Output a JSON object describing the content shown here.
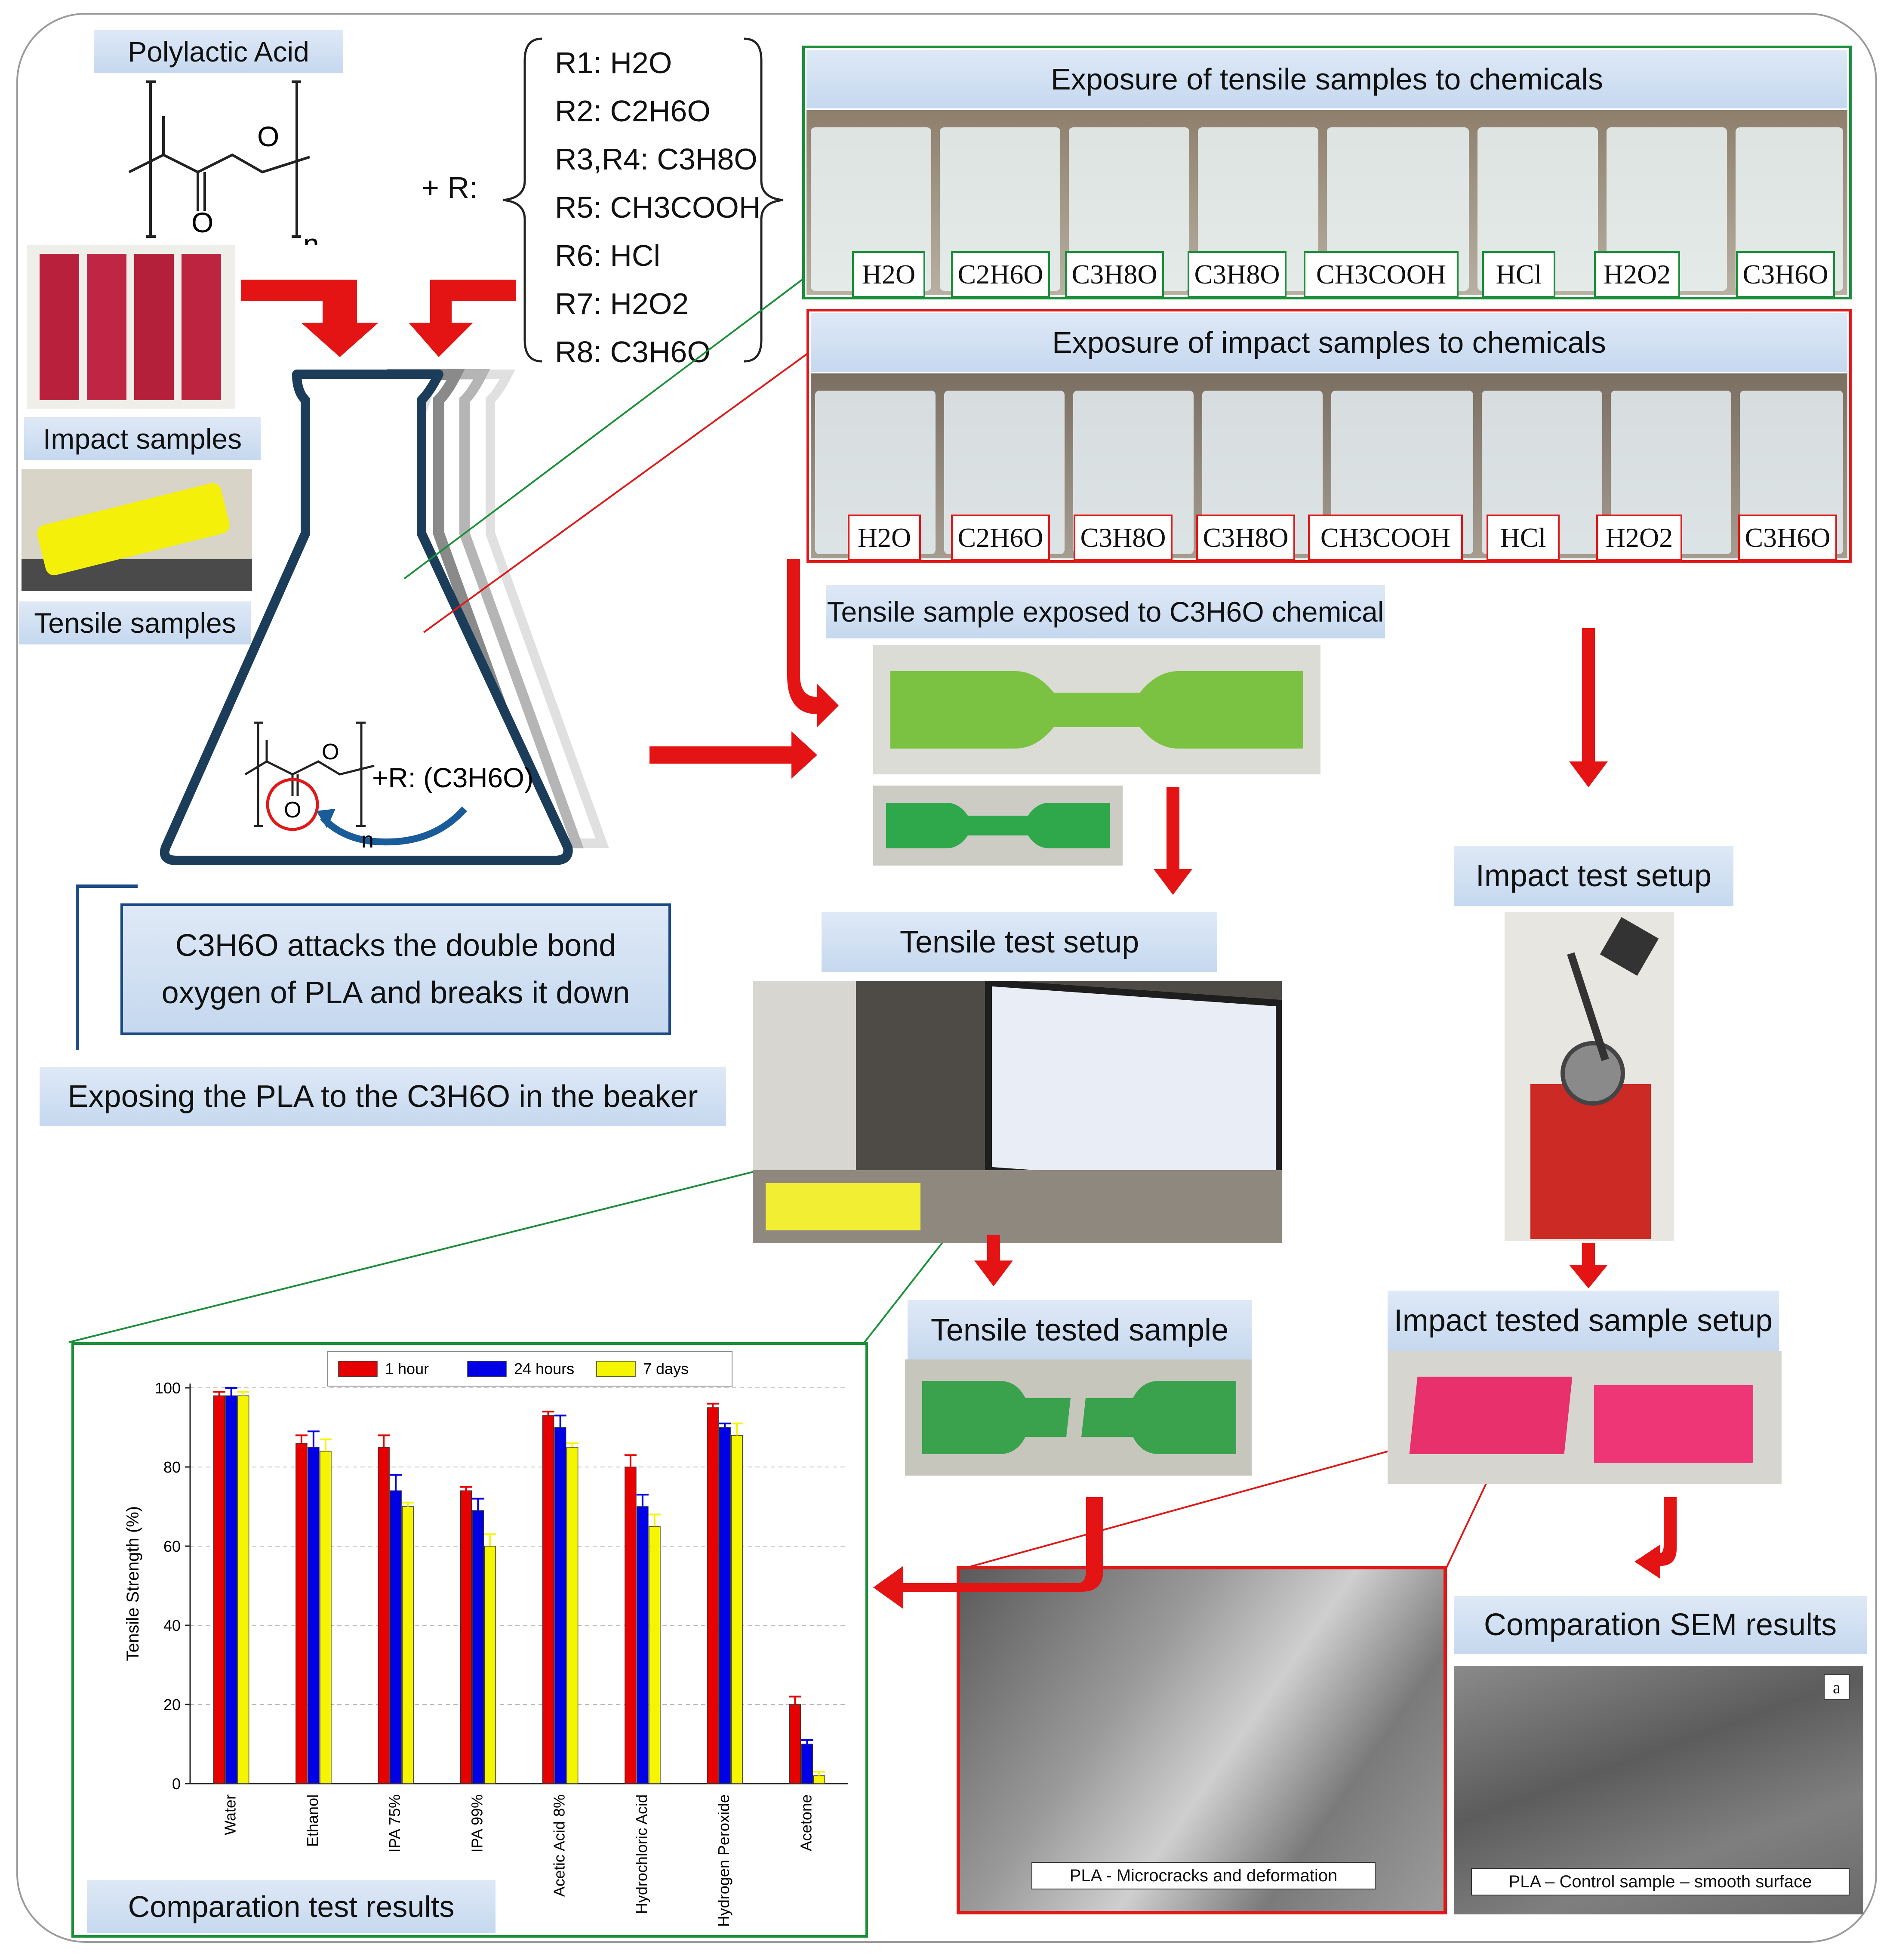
{
  "labels": {
    "polylactic_acid": "Polylactic Acid",
    "impact_samples": "Impact samples",
    "tensile_samples": "Tensile samples",
    "exposure_tensile": "Exposure of tensile samples to chemicals",
    "exposure_impact": "Exposure of impact samples to chemicals",
    "tensile_exposed": "Tensile sample exposed to C3H6O chemical",
    "attack_note": "C3H6O attacks the double bond oxygen of PLA and breaks it down",
    "exposing_note": "Exposing the PLA to the C3H6O in the beaker",
    "tensile_setup": "Tensile test setup",
    "impact_setup": "Impact test setup",
    "tensile_tested": "Tensile tested sample",
    "impact_tested": "Impact tested sample setup",
    "sem_results": "Comparation SEM results",
    "test_results": "Comparation test results",
    "sem_left_caption": "PLA - Microcracks and deformation",
    "sem_right_caption": "PLA – Control sample – smooth surface",
    "sem_right_tag": "a",
    "flask_reaction": "+R: (C3H6O)",
    "n_symbol": "n",
    "r_prefix": "+ R:"
  },
  "reagents": [
    "R1: H2O",
    "R2: C2H6O",
    "R3,R4: C3H8O",
    "R5: CH3COOH",
    "R6: HCl",
    "R7: H2O2",
    "R8: C3H6O"
  ],
  "beakers": [
    "H2O",
    "C2H6O",
    "C3H8O",
    "C3H8O",
    "CH3COOH",
    "HCl",
    "H2O2",
    "C3H6O"
  ],
  "colors": {
    "arrow_red": "#e51414",
    "green_border": "#1b8f3a",
    "red_border": "#e01818",
    "flask_blue": "#1c3d5a",
    "label_fill": "#cfdff2"
  },
  "chart_data": {
    "type": "bar",
    "categories": [
      "Water",
      "Ethanol",
      "IPA 75%",
      "IPA 99%",
      "Acetic Acid 8%",
      "Hydrochloric Acid",
      "Hydrogen Peroxide",
      "Acetone"
    ],
    "series": [
      {
        "name": "1 hour",
        "color": "#e60000",
        "values": [
          98,
          86,
          85,
          74,
          93,
          80,
          95,
          20
        ],
        "errors": [
          1,
          2,
          3,
          1,
          1,
          3,
          1,
          2
        ]
      },
      {
        "name": "24 hours",
        "color": "#0000e6",
        "values": [
          98,
          85,
          74,
          69,
          90,
          70,
          90,
          10
        ],
        "errors": [
          2,
          4,
          4,
          3,
          3,
          3,
          1,
          1
        ]
      },
      {
        "name": "7 days",
        "color": "#f5f500",
        "values": [
          98,
          84,
          70,
          60,
          85,
          65,
          88,
          2
        ],
        "errors": [
          1,
          3,
          1,
          3,
          1,
          3,
          3,
          1
        ]
      }
    ],
    "ylabel": "Tensile Strength (%)",
    "xlabel": "",
    "ylim": [
      0,
      100
    ],
    "yticks": [
      "0",
      "20",
      "40",
      "60",
      "80",
      "100"
    ],
    "grid": true,
    "legend": "top"
  }
}
